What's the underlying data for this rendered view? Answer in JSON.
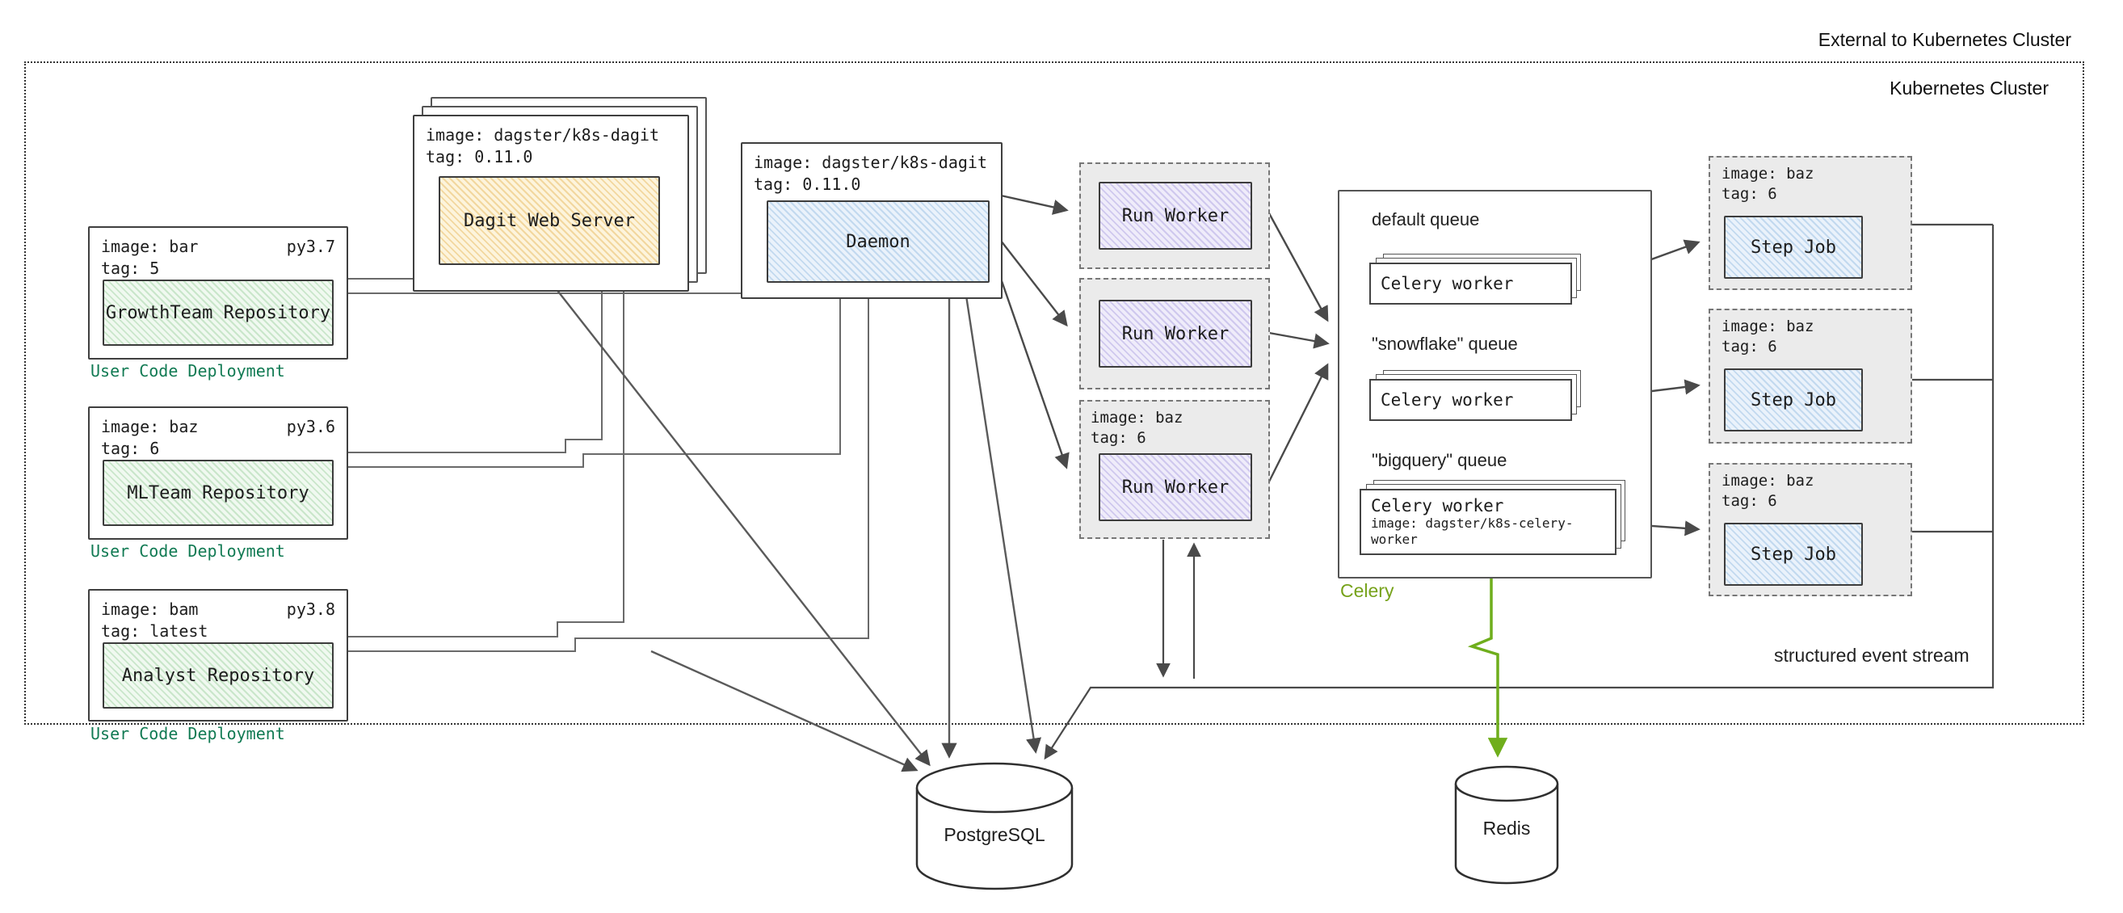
{
  "frame": {
    "external_label": "External to Kubernetes Cluster",
    "cluster_label": "Kubernetes Cluster"
  },
  "repos": [
    {
      "image": "image: bar",
      "py": "py3.7",
      "tag": "tag: 5",
      "name": "GrowthTeam Repository",
      "caption": "User Code Deployment"
    },
    {
      "image": "image: baz",
      "py": "py3.6",
      "tag": "tag: 6",
      "name": "MLTeam Repository",
      "caption": "User Code Deployment"
    },
    {
      "image": "image: bam",
      "py": "py3.8",
      "tag": "tag: latest",
      "name": "Analyst Repository",
      "caption": "User Code Deployment"
    }
  ],
  "dagit": {
    "image": "image: dagster/k8s-dagit",
    "tag": "tag: 0.11.0",
    "label": "Dagit Web Server"
  },
  "daemon": {
    "image": "image: dagster/k8s-dagit",
    "tag": "tag: 0.11.0",
    "label": "Daemon"
  },
  "run_workers": [
    {
      "label": "Run Worker"
    },
    {
      "label": "Run Worker"
    },
    {
      "image": "image: baz",
      "tag": "tag: 6",
      "label": "Run Worker"
    }
  ],
  "celery": {
    "label": "Celery",
    "queues": [
      {
        "name": "default queue",
        "worker": "Celery worker"
      },
      {
        "name": "\"snowflake\" queue",
        "worker": "Celery worker"
      },
      {
        "name": "\"bigquery\" queue",
        "worker": "Celery worker",
        "worker_image": "image: dagster/k8s-celery-worker"
      }
    ]
  },
  "step_jobs": [
    {
      "image": "image: baz",
      "tag": "tag: 6",
      "label": "Step Job"
    },
    {
      "image": "image: baz",
      "tag": "tag: 6",
      "label": "Step Job"
    },
    {
      "image": "image: baz",
      "tag": "tag: 6",
      "label": "Step Job"
    }
  ],
  "databases": {
    "postgres": "PostgreSQL",
    "redis": "Redis"
  },
  "annotations": {
    "event_stream": "structured event stream"
  }
}
